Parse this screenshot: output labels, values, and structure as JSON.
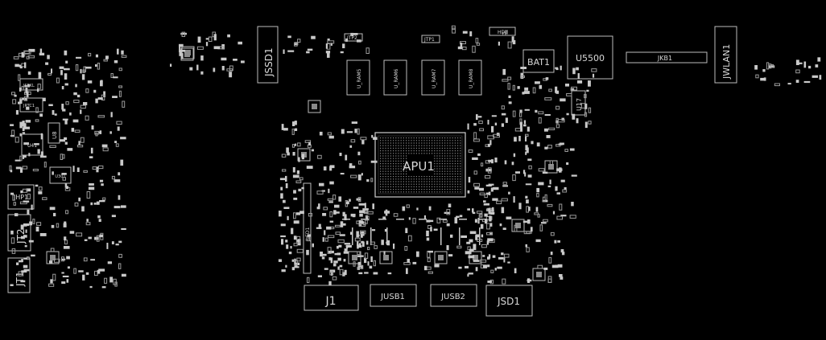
{
  "board": {
    "apu": "APU1",
    "jssd": "JSSD1",
    "bat": "BAT1",
    "u5500": "U5500",
    "jkb": "JKB1",
    "jwlan": "JWLAN1",
    "u17": "U17",
    "hdt": "HDT",
    "jtp2": "JTP2",
    "jtp1": "JTP1",
    "jspkl": "JSPKL",
    "jrtc": "JRTC1",
    "u8": "U8",
    "u41": "U41",
    "u301": "U301",
    "jhp1": "JHP1",
    "jt2": "JT2",
    "jt1": "JT1",
    "jledi": "JLED1",
    "j1": "J1",
    "jusb1": "JUSB1",
    "jusb2": "JUSB2",
    "jsd1": "JSD1"
  },
  "colors": {
    "background": "#000000",
    "silkscreen": "#d8d8d8",
    "pad": "#8a8a8a"
  }
}
